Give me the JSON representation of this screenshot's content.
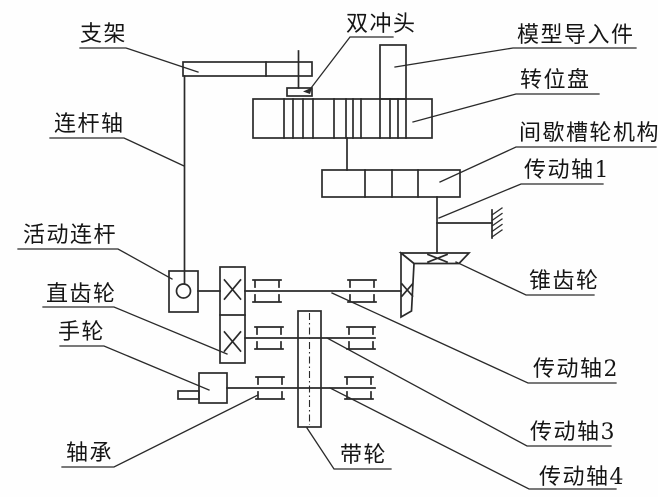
{
  "figure": {
    "type": "mechanical-transmission-schematic",
    "background_color": "#fefefe",
    "line_color": "#2a2a2a",
    "labels": {
      "bracket": "支架",
      "double_punch": "双冲头",
      "model_guide": "模型导入件",
      "indexing_disc": "转位盘",
      "geneva_mechanism": "间歇槽轮机构",
      "drive_shaft_1": "传动轴1",
      "connecting_rod_shaft": "连杆轴",
      "movable_link": "活动连杆",
      "bevel_gear": "锥齿轮",
      "spur_gear": "直齿轮",
      "hand_wheel": "手轮",
      "drive_shaft_2": "传动轴2",
      "drive_shaft_3": "传动轴3",
      "bearing": "轴承",
      "belt_pulley": "带轮",
      "drive_shaft_4": "传动轴4"
    }
  }
}
